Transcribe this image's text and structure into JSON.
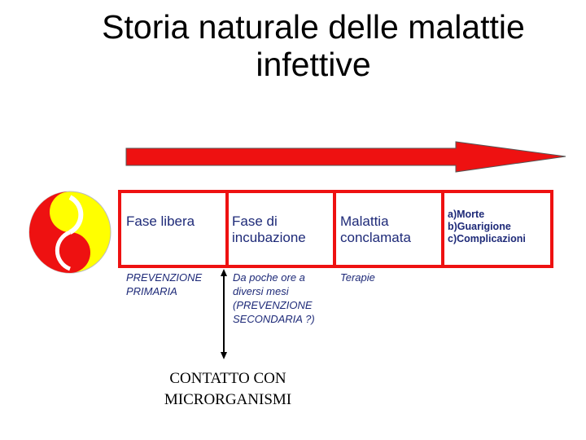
{
  "title": "Storia naturale delle malattie\ninfettive",
  "colors": {
    "arrow": "#ee1111",
    "box_border": "#ee1111",
    "text": "#1e2a78",
    "yin_yang_red": "#ee1111",
    "yin_yang_yellow": "#ffff00"
  },
  "icons": [
    "yin-yang-icon",
    "timeline-arrow",
    "contact-double-arrow"
  ],
  "phases": [
    {
      "label": "Fase libera"
    },
    {
      "label": "Fase di\nincubazione"
    },
    {
      "label": "Malattia\nconclamata"
    },
    {
      "label": "a)Morte\nb)Guarigione\nc)Complicazioni"
    }
  ],
  "notes": [
    "PREVENZIONE\nPRIMARIA",
    "Da poche ore a\ndiversi mesi\n(PREVENZIONE\nSECONDARIA ?)",
    "Terapie"
  ],
  "contact_label": "CONTATTO CON\nMICRORGANISMI"
}
